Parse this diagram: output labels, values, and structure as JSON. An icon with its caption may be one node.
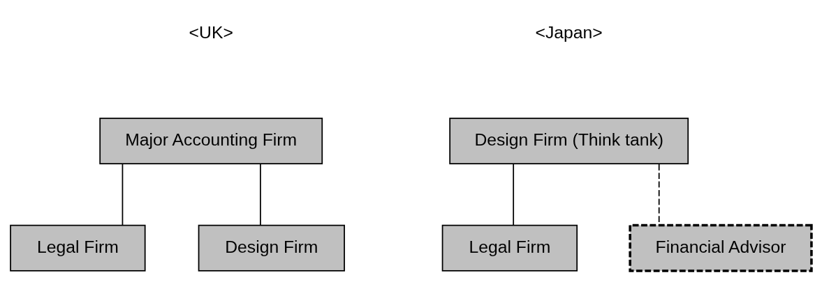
{
  "diagram": {
    "nodes": [
      {
        "text": [
          "Major Accounting Firm"
        ]
      },
      {
        "text": [
          "Legal Firm"
        ]
      },
      {
        "text": [
          "Design Firm"
        ]
      },
      {
        "text": [
          "Design Firm (Think tank)"
        ]
      },
      {
        "text": [
          "Legal Firm"
        ]
      },
      {
        "text": [
          "Financial Advisor"
        ]
      }
    ],
    "edges": [
      {
        "from": 0,
        "to": 1,
        "arrow": "none"
      },
      {
        "from": 0,
        "to": 2,
        "arrow": "none"
      },
      {
        "from": 3,
        "to": 4,
        "arrow": "none"
      },
      {
        "from": 3,
        "to": 5,
        "arrow": "none",
        "style": "dashed"
      }
    ],
    "labels": [
      "<UK>",
      "<Japan>"
    ]
  }
}
